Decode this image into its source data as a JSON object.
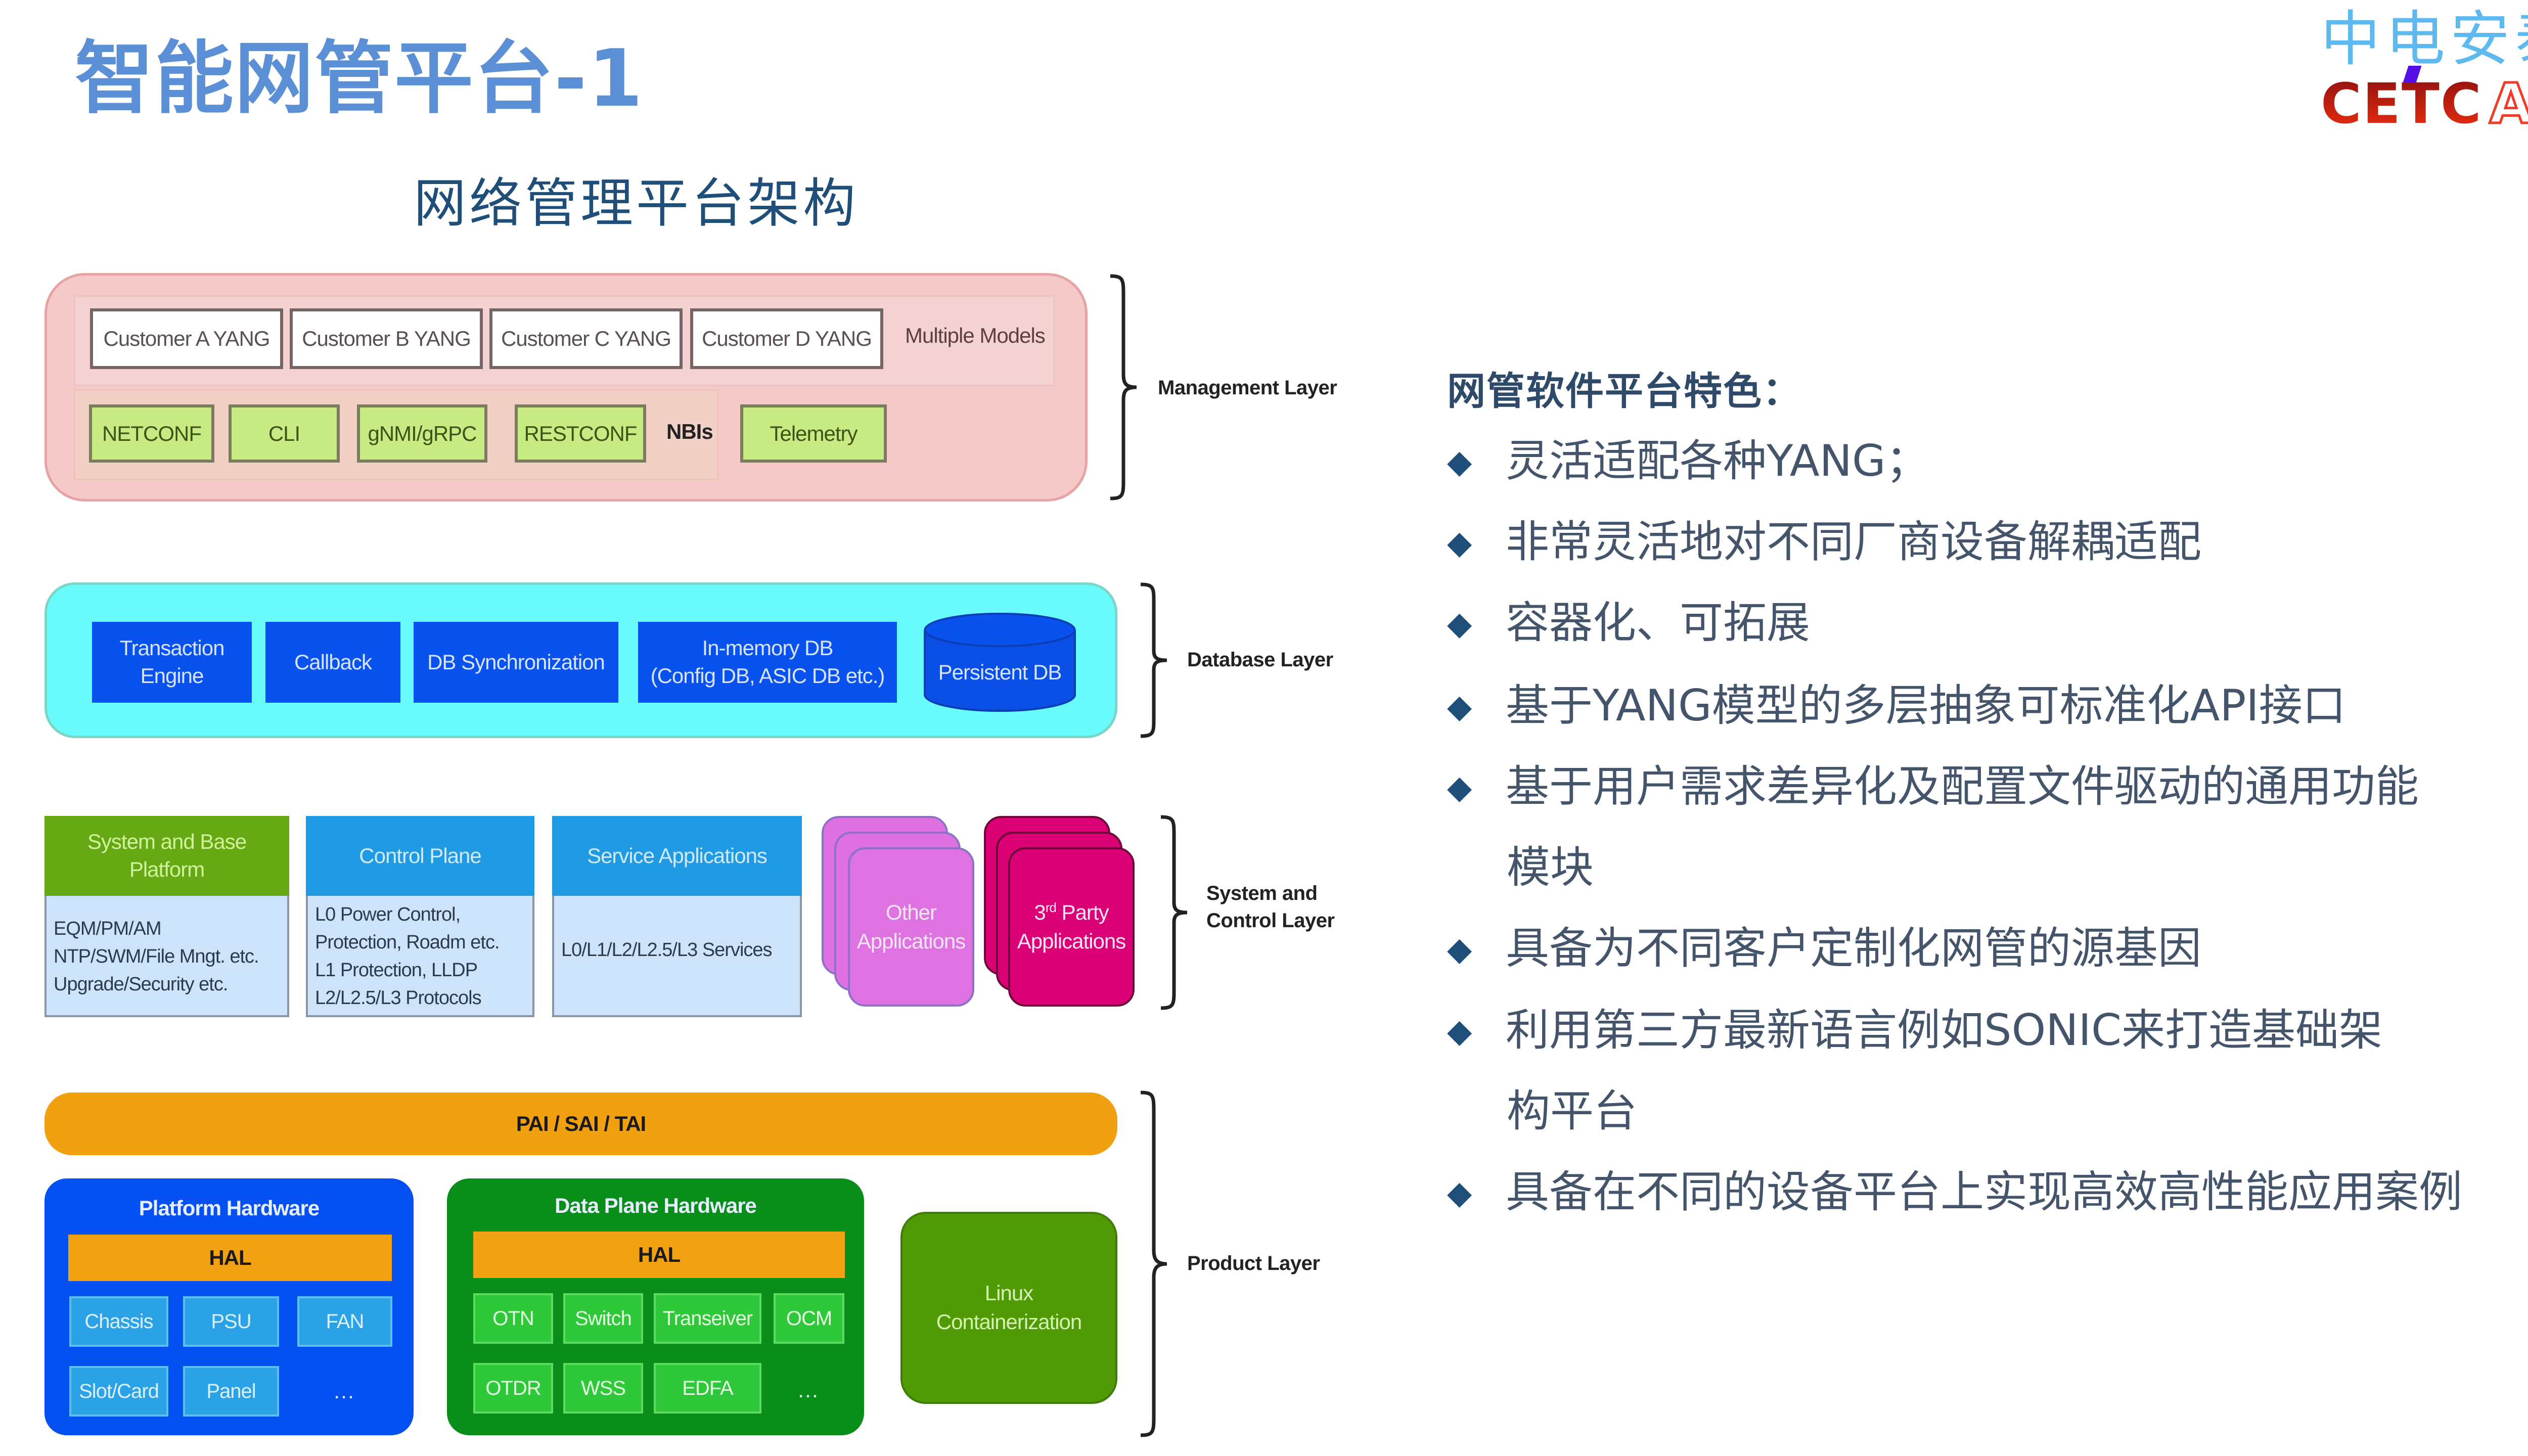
{
  "slide": {
    "title": "智能网管平台-1",
    "logo": {
      "cn": "中电安泰",
      "en_left": "CETC",
      "en_right": "AT"
    },
    "colors": {
      "title": "#5B8FD6",
      "text": "#44546A",
      "accent": "#1F4E79"
    }
  },
  "diagram": {
    "title": "网络管理平台架构",
    "management_layer": {
      "label": "Management Layer",
      "models": [
        "Customer A YANG",
        "Customer B YANG",
        "Customer C YANG",
        "Customer D YANG"
      ],
      "models_label": "Multiple Models",
      "nbis": [
        "NETCONF",
        "CLI",
        "gNMI/gRPC",
        "RESTCONF"
      ],
      "nbis_label": "NBIs",
      "telemetry": "Telemetry"
    },
    "database_layer": {
      "label": "Database Layer",
      "boxes": [
        {
          "line1": "Transaction",
          "line2": "Engine"
        },
        {
          "line1": "Callback",
          "line2": ""
        },
        {
          "line1": "DB Synchronization",
          "line2": ""
        },
        {
          "line1": "In-memory DB",
          "line2": "(Config DB, ASIC DB etc.)"
        }
      ],
      "persistent": "Persistent DB"
    },
    "system_layer": {
      "label_line1": "System and",
      "label_line2": "Control Layer",
      "columns": [
        {
          "head1": "System and Base",
          "head2": "Platform",
          "lines": [
            "EQM/PM/AM",
            "NTP/SWM/File Mngt. etc.",
            "Upgrade/Security etc."
          ]
        },
        {
          "head1": "Control Plane",
          "head2": "",
          "lines": [
            "L0 Power Control,",
            "Protection, Roadm etc.",
            "L1 Protection, LLDP",
            "L2/L2.5/L3 Protocols"
          ]
        },
        {
          "head1": "Service Applications",
          "head2": "",
          "lines": [
            "L0/L1/L2/L2.5/L3 Services"
          ]
        }
      ],
      "other_apps": {
        "line1": "Other",
        "line2": "Applications"
      },
      "third_party": {
        "num": "3",
        "sup": "rd",
        "rest": " Party",
        "line2": "Applications"
      }
    },
    "product_layer": {
      "label": "Product Layer",
      "pai": "PAI / SAI / TAI",
      "platform_hw": {
        "title": "Platform Hardware",
        "hal": "HAL",
        "chips": [
          "Chassis",
          "PSU",
          "FAN",
          "Slot/Card",
          "Panel"
        ],
        "more": "…"
      },
      "data_plane_hw": {
        "title": "Data Plane Hardware",
        "hal": "HAL",
        "chips": [
          "OTN",
          "Switch",
          "Transeiver",
          "OCM",
          "OTDR",
          "WSS",
          "EDFA"
        ],
        "more": "…"
      },
      "linux": {
        "line1": "Linux",
        "line2": "Containerization"
      }
    }
  },
  "features": {
    "heading": "网管软件平台特色：",
    "bullet": "◆",
    "items": [
      {
        "text": "灵活适配各种YANG；",
        "cont": ""
      },
      {
        "text": "非常灵活地对不同厂商设备解耦适配",
        "cont": ""
      },
      {
        "text": "容器化、可拓展",
        "cont": ""
      },
      {
        "text": "基于YANG模型的多层抽象可标准化API接口",
        "cont": ""
      },
      {
        "text": "基于用户需求差异化及配置文件驱动的通用功能",
        "cont": "模块"
      },
      {
        "text": "具备为不同客户定制化网管的源基因",
        "cont": ""
      },
      {
        "text": "利用第三方最新语言例如SONIC来打造基础架",
        "cont": "构平台"
      },
      {
        "text": "具备在不同的设备平台上实现高效高性能应用案例",
        "cont": ""
      }
    ]
  }
}
